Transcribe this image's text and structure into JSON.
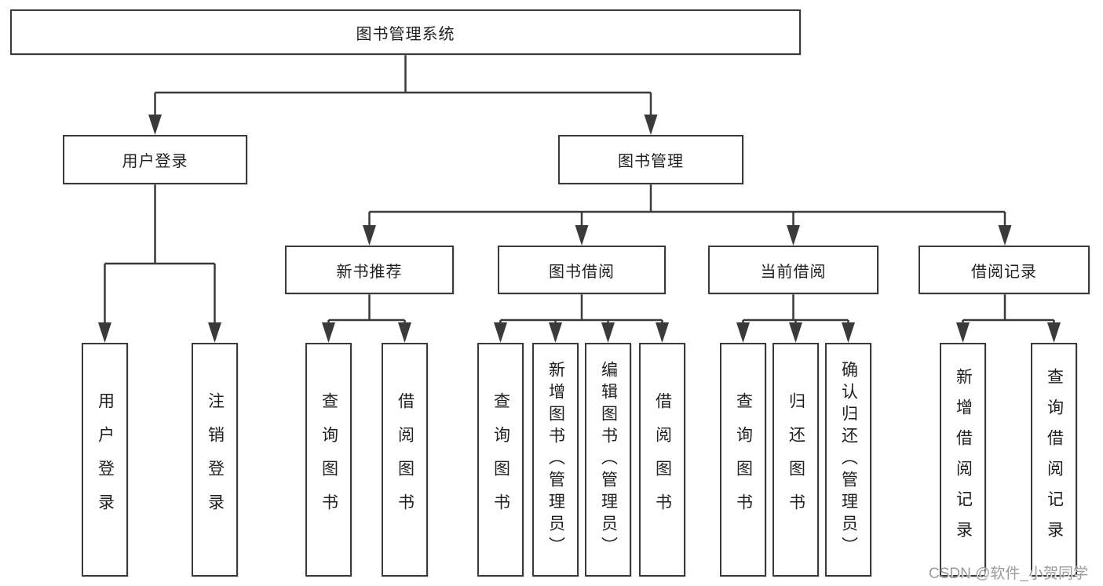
{
  "diagram": {
    "root": "图书管理系统",
    "branches": [
      {
        "label": "用户登录",
        "children": [
          {
            "label": "用户登录"
          },
          {
            "label": "注销登录"
          }
        ]
      },
      {
        "label": "图书管理",
        "groups": [
          {
            "label": "新书推荐",
            "children": [
              {
                "label": "查询图书"
              },
              {
                "label": "借阅图书"
              }
            ]
          },
          {
            "label": "图书借阅",
            "children": [
              {
                "label": "查询图书"
              },
              {
                "label": "新增图书（管理员）"
              },
              {
                "label": "编辑图书（管理员）"
              },
              {
                "label": "借阅图书"
              }
            ]
          },
          {
            "label": "当前借阅",
            "children": [
              {
                "label": "查询图书"
              },
              {
                "label": "归还图书"
              },
              {
                "label": "确认归还（管理员）"
              }
            ]
          },
          {
            "label": "借阅记录",
            "children": [
              {
                "label": "新增借阅记录"
              },
              {
                "label": "查询借阅记录"
              }
            ]
          }
        ]
      }
    ]
  },
  "watermark": {
    "text": "CSDN @软件_小贺同学",
    "color": "#9b9b9b"
  },
  "colors": {
    "line": "#3a3a3a",
    "box_border": "#3a3a3a",
    "text": "#1f1f1f",
    "background": "#ffffff"
  }
}
